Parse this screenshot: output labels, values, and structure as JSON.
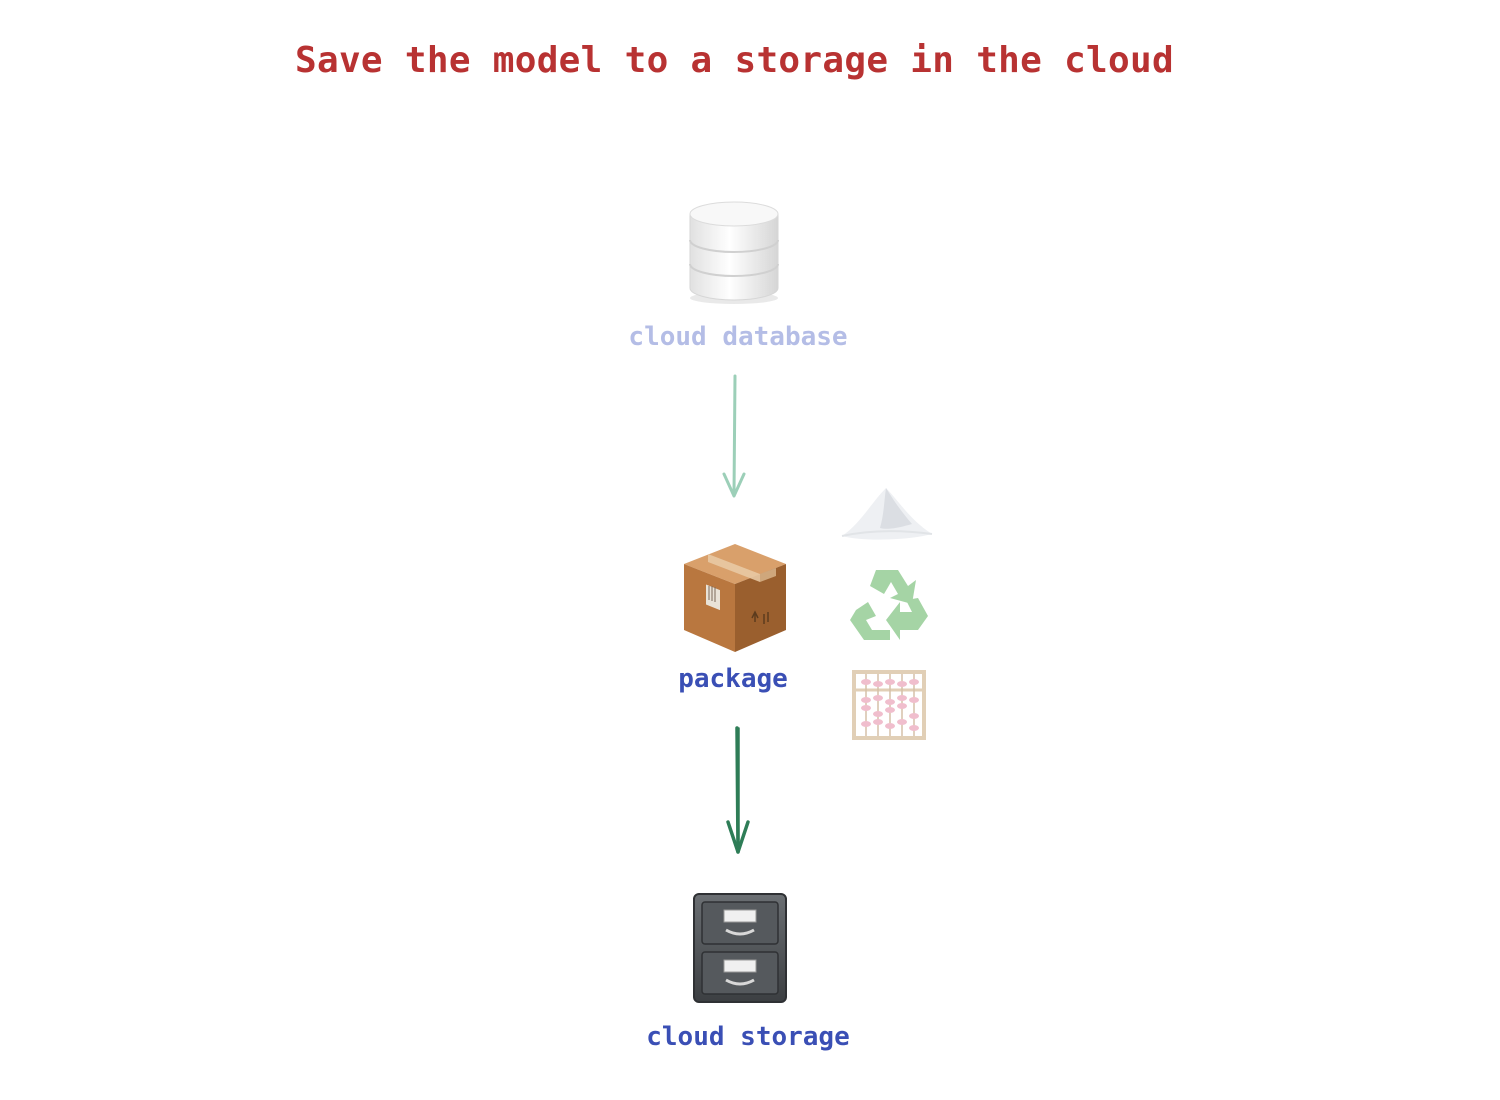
{
  "title": "Save the model to a storage in the cloud",
  "colors": {
    "title": "#b83232",
    "label_active": "#3a4fb5",
    "label_faded": "#b4bde6",
    "arrow_faded": "#9ccfb8",
    "arrow_active": "#2e7d57"
  },
  "nodes": {
    "database": {
      "label": "cloud database",
      "icon": "database-icon",
      "state": "faded"
    },
    "package": {
      "label": "package",
      "icon": "package-box-icon",
      "state": "active"
    },
    "storage": {
      "label": "cloud storage",
      "icon": "file-cabinet-icon",
      "state": "active"
    }
  },
  "side_icons": [
    "snow-mountain-icon",
    "recycle-icon",
    "abacus-icon"
  ],
  "edges": [
    {
      "from": "database",
      "to": "package",
      "state": "faded"
    },
    {
      "from": "package",
      "to": "storage",
      "state": "active"
    }
  ]
}
